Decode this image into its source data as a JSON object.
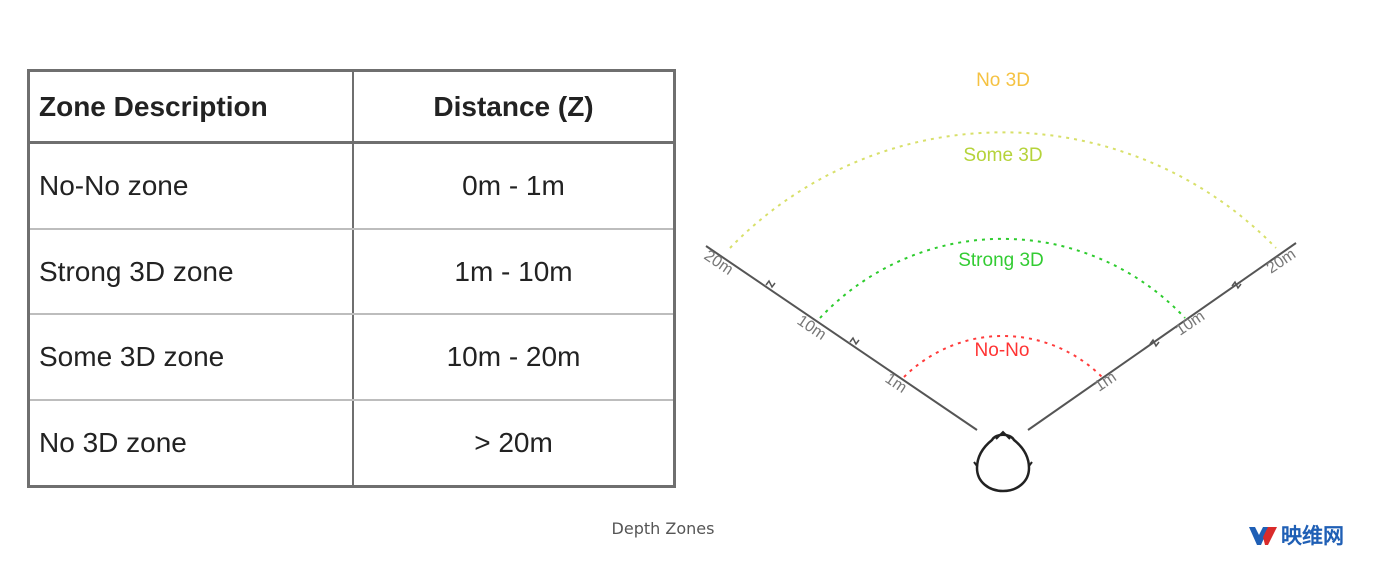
{
  "table": {
    "headers": [
      "Zone Description",
      "Distance (Z)"
    ],
    "rows": [
      [
        "No-No zone",
        "0m - 1m"
      ],
      [
        "Strong 3D zone",
        "1m - 10m"
      ],
      [
        "Some 3D zone",
        "10m - 20m"
      ],
      [
        "No 3D zone",
        "> 20m"
      ]
    ]
  },
  "diagram": {
    "zones": [
      {
        "label": "No 3D",
        "color": "#f5c242"
      },
      {
        "label": "Some 3D",
        "color": "#b5d33a"
      },
      {
        "label": "Strong 3D",
        "color": "#33cc33"
      },
      {
        "label": "No-No",
        "color": "#ff3333"
      }
    ],
    "left_ticks": [
      "20m",
      "10m",
      "1m"
    ],
    "right_ticks": [
      "20m",
      "10m",
      "1m"
    ],
    "viewer_icon": "head-icon"
  },
  "caption": "Depth Zones",
  "watermark": {
    "text": "映维网",
    "logo_color": "#1f5fb5"
  }
}
